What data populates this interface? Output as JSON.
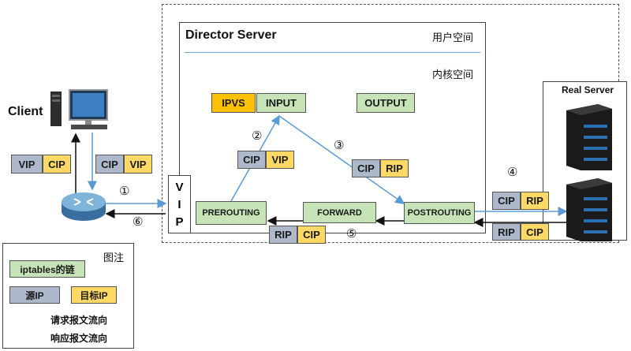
{
  "director": {
    "title": "Director Server",
    "user_space": "用户空间",
    "kernel_space": "内核空间"
  },
  "chains": {
    "ipvs": "IPVS",
    "input": "INPUT",
    "output": "OUTPUT",
    "prerouting": "PREROUTING",
    "forward": "FORWARD",
    "postrouting": "POSTROUTING"
  },
  "vip_letters": [
    "V",
    "I",
    "P"
  ],
  "client_label": "Client",
  "real_server_label": "Real Server",
  "packets": {
    "client_resp": [
      "VIP",
      "CIP"
    ],
    "client_req": [
      "CIP",
      "VIP"
    ],
    "after_prerouting": [
      "CIP",
      "VIP"
    ],
    "after_input": [
      "CIP",
      "RIP"
    ],
    "to_real_server": [
      "CIP",
      "RIP"
    ],
    "from_real_server": [
      "RIP",
      "CIP"
    ],
    "return_director": [
      "RIP",
      "CIP"
    ]
  },
  "steps": [
    "①",
    "②",
    "③",
    "④",
    "⑤",
    "⑥"
  ],
  "legend": {
    "title": "图注",
    "chain": "iptables的链",
    "src": "源IP",
    "dst": "目标IP",
    "request": "请求报文流向",
    "response": "响应报文流向"
  },
  "colors": {
    "chain_green": "#c7e4b8",
    "source_blue": "#adb9ca",
    "target_yellow": "#ffd966",
    "ipvs_orange": "#ffc000",
    "request_line": "#5b9bd5",
    "response_line": "#111111"
  }
}
